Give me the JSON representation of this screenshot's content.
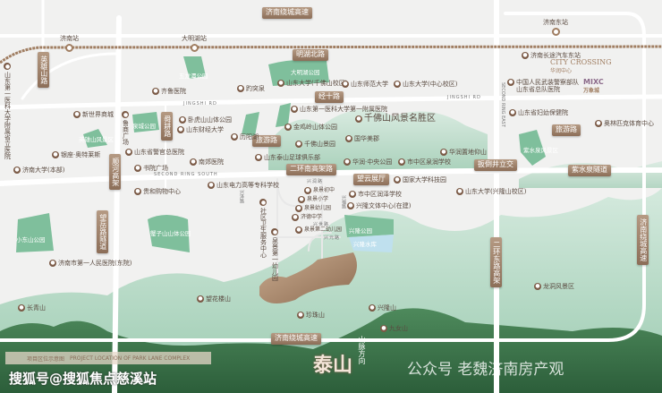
{
  "road_badges": [
    "济南绕城高速",
    "明湖北路",
    "经十路",
    "舜耕路",
    "英雄山路",
    "旅游路",
    "二环南高架路",
    "顺河高架",
    "望岳路隧道",
    "望云展厅",
    "扳倒井立交",
    "紫水泉隧道",
    "旅游路",
    "二环东路高架",
    "济南绕城高速",
    "济南绕城高速"
  ],
  "road_text": [
    "JINGSHI RD",
    "JINGSHI RD",
    "SECOND RING SOUTH",
    "SECOND RING EAST",
    "兴润路",
    "兴世路",
    "兴元路",
    "兴泽路",
    "兴福路"
  ],
  "stations": [
    "济南站",
    "大明湖站",
    "济南东站"
  ],
  "parks": [
    "五龙潭公园",
    "大明湖公园",
    "泉城公园",
    "英雄山风景区",
    "紫水泉风景区",
    "小东山公园",
    "蟹子山山体公园",
    "兴隆公园",
    "兴隆水库"
  ],
  "pois": [
    "山东第一医科大学附属省立医院",
    "齐鲁医院",
    "趵突泉",
    "山东大学(千佛山校区)",
    "新世界商城",
    "鲁商广场",
    "山东省警官总医院",
    "卧虎山山体公园",
    "山东财经大学",
    "历阳湖",
    "山东第一医科大学第一附属医院",
    "金鸡岭山体公园",
    "千佛山景园",
    "山东泰山足球俱乐部",
    "银座·奥特莱斯",
    "济南大学(本部)",
    "南郊医院",
    "书院广场",
    "贵和购物中心",
    "山东电力高等专科学校",
    "济南长途汽车东站",
    "中国人民武装警察部队山东省总队医院",
    "山东师范大学",
    "山东大学(中心校区)",
    "千佛山风景名胜区",
    "国华美郡",
    "华润·中央公园",
    "市中区泉润学校",
    "华润置地仰山",
    "山东省妇幼保健院",
    "奥林匹克体育中心",
    "国家大学科技园",
    "济南市第一人民医院(东院)",
    "望花楼山",
    "长青山",
    "社区卫生服务中心",
    "泉景初中",
    "泉景小学",
    "泉景幼儿园",
    "济德中学",
    "泉景第二幼儿园",
    "泉景第一幼儿园",
    "市中区润泽学校",
    "兴隆文体中心(在建)",
    "山东大学(兴隆山校区)",
    "珍珠山",
    "兴隆山",
    "九女山",
    "龙洞风景区"
  ],
  "brands": {
    "city_crossing": "CITY CROSSING",
    "city_crossing_cn": "华润中心",
    "mixc": "MIXC",
    "mixc_cn": "万象城"
  },
  "direction": "山脉方向",
  "logo": "泰山",
  "caption": {
    "cn": "项目区位示意图",
    "en": "PROJECT LOCATION OF PARK LANE COMPLEX"
  },
  "watermarks": [
    "搜狐号@搜狐焦点慈溪站",
    "公众号 老魏济南房产观"
  ],
  "colors": {
    "bg": "#f1f1f0",
    "badge": "#9c7f69",
    "park": "#7fbf9c",
    "mountain": "#a8d4bd",
    "dark_mountain": "#3f7a4e",
    "rail": "#a07e62"
  }
}
